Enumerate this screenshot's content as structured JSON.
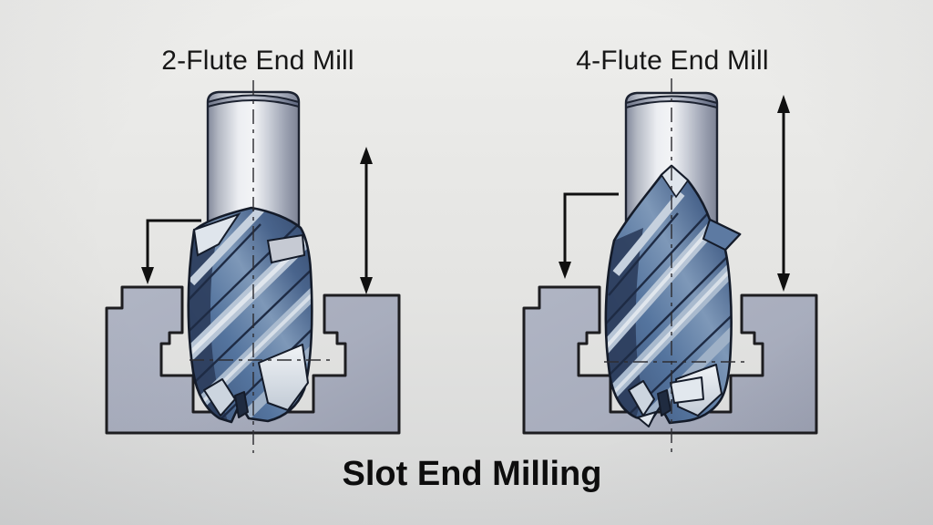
{
  "figure": {
    "title": "Slot End Milling",
    "panels": [
      {
        "id": "2-flute",
        "label": "2-Flute End Mill"
      },
      {
        "id": "4-flute",
        "label": "4-Flute End Mill"
      }
    ],
    "annotations": [
      "plunge-depth-arrow",
      "axial-travel-double-arrow",
      "tool-centerline",
      "slot-centerline"
    ]
  },
  "colors": {
    "background_top": "#eeeeec",
    "background_bottom": "#d6d7d7",
    "workpiece": "#a8adbd",
    "workpiece_outline": "#1d1d20",
    "shank_light": "#f1f2f5",
    "shank_mid": "#c9ccd5",
    "shank_dark": "#848a9c",
    "cutter_dark": "#243352",
    "cutter_mid": "#54749e",
    "cutter_light": "#c7d2de",
    "cutter_highlight": "#e3e8ee",
    "cutter_outline": "#141b29",
    "arrow": "#101010",
    "centerline": "#2e2e33",
    "text": "#171717"
  }
}
